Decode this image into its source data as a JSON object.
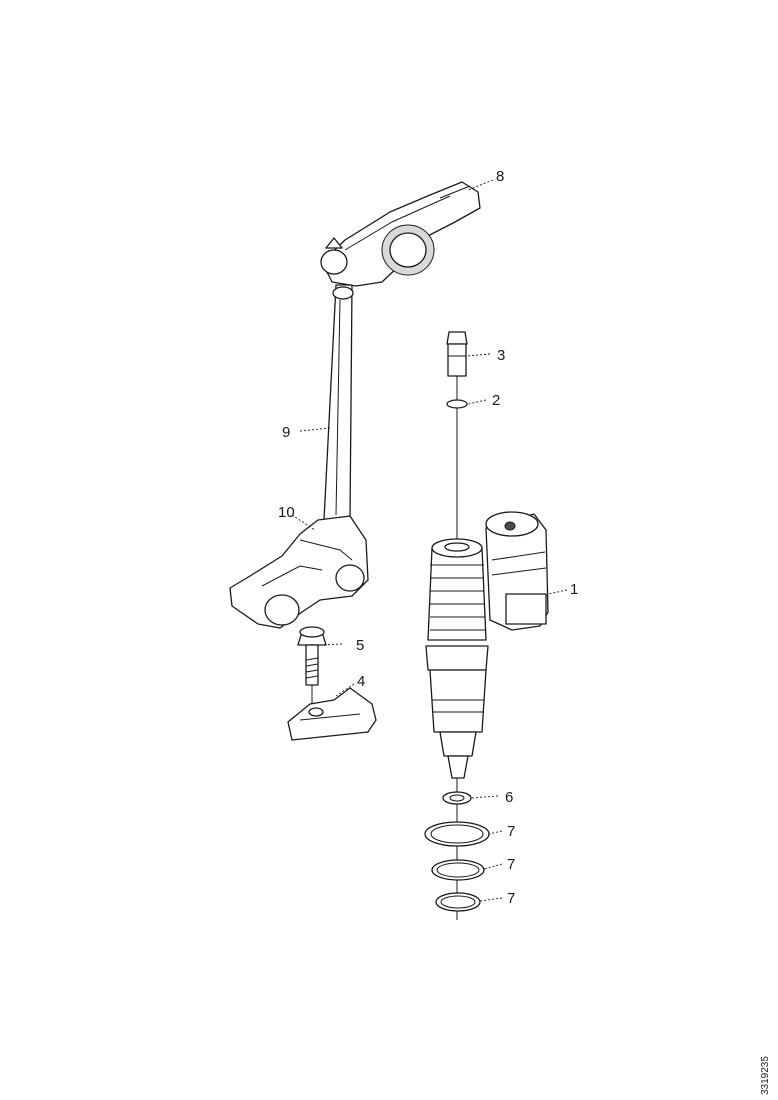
{
  "diagram": {
    "callouts": {
      "c1": "1",
      "c2": "2",
      "c3": "3",
      "c4": "4",
      "c5": "5",
      "c6": "6",
      "c7a": "7",
      "c7b": "7",
      "c7c": "7",
      "c8": "8",
      "c9": "9",
      "c10": "10"
    },
    "reference_number": "3319235",
    "colors": {
      "line": "#1a1a1a",
      "background": "#ffffff",
      "shade": "#d9d9d9"
    }
  }
}
